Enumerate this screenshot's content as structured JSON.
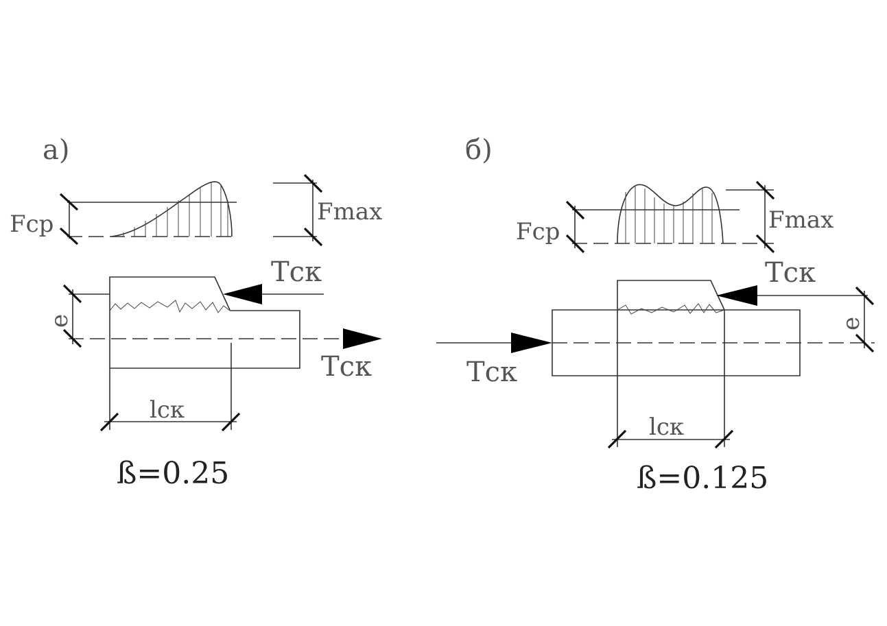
{
  "panels": [
    {
      "id": "a",
      "caption": "а)",
      "force_avg_label": "Fср",
      "force_max_label": "Fmax",
      "shear_force_top_label": "Tск",
      "shear_force_bottom_label": "Tск",
      "eccentricity_label": "е",
      "length_label": "lск",
      "beta_label": "ß=0.25"
    },
    {
      "id": "b",
      "caption": "б)",
      "force_avg_label": "Fср",
      "force_max_label": "Fmax",
      "shear_force_top_label": "Tск",
      "shear_force_bottom_label": "Tск",
      "eccentricity_label": "е",
      "length_label": "lск",
      "beta_label": "ß=0.125"
    }
  ]
}
